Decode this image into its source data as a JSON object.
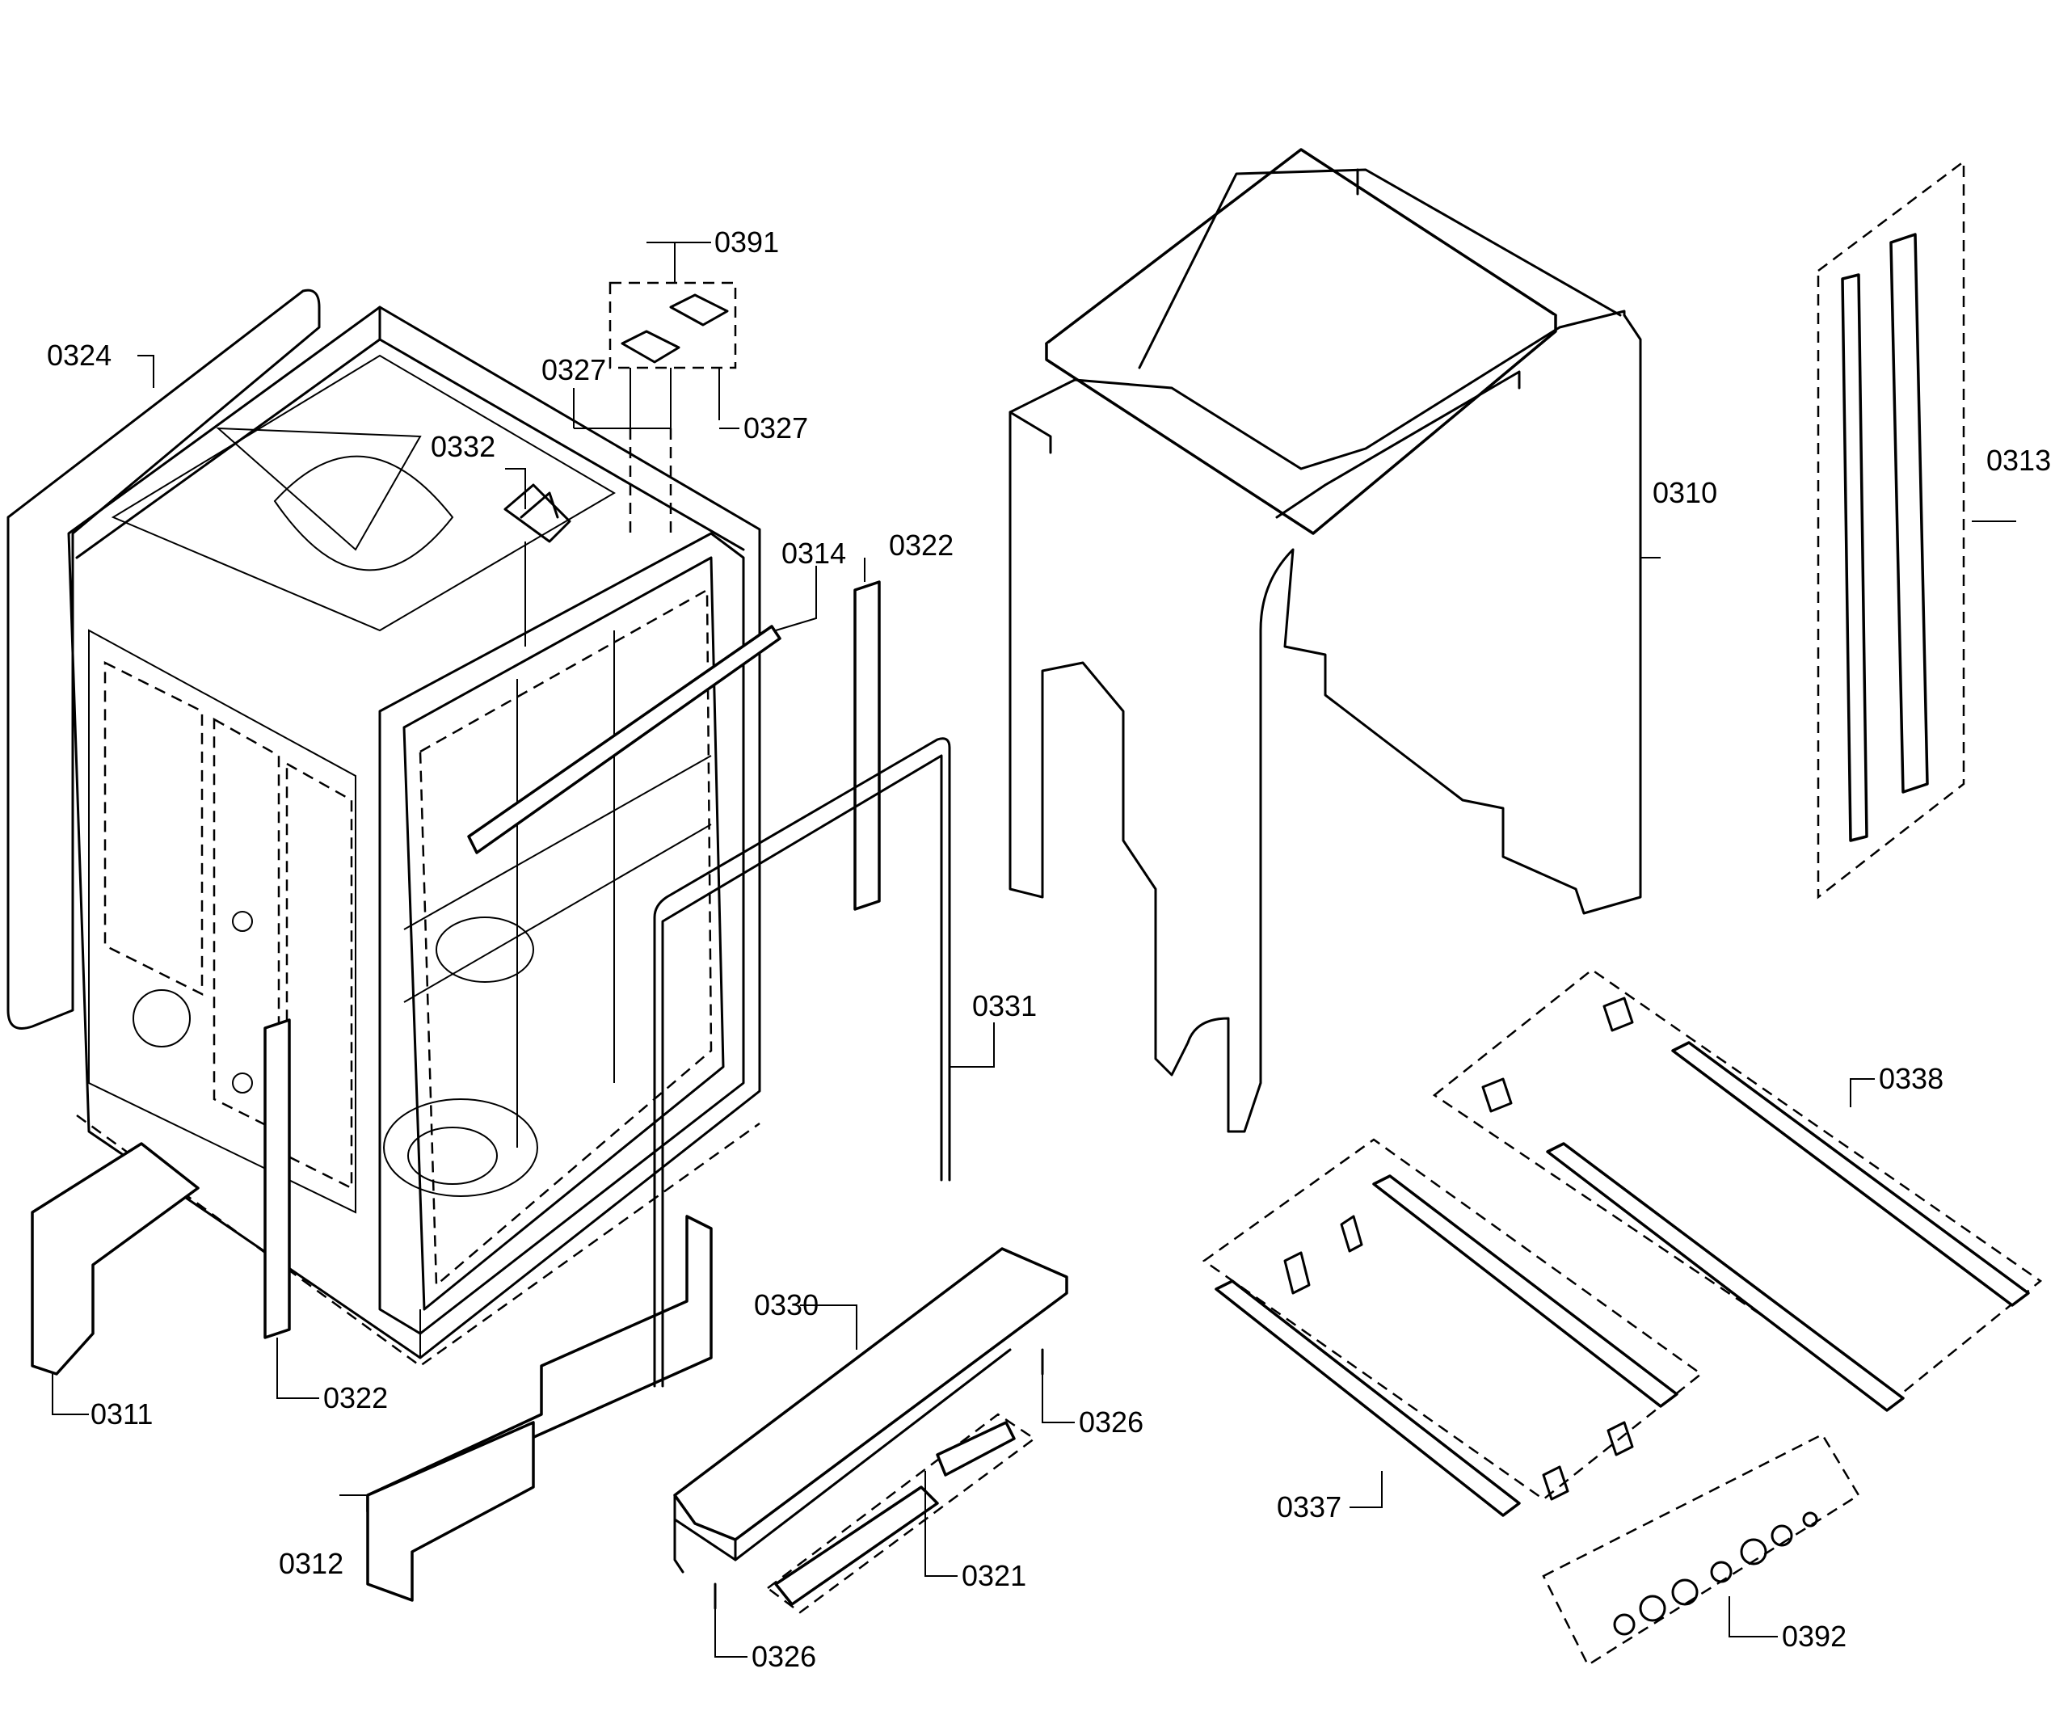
{
  "part_labels": {
    "p0324": "0324",
    "p0391": "0391",
    "p0327a": "0327",
    "p0327b": "0327",
    "p0332": "0332",
    "p0314": "0314",
    "p0322a": "0322",
    "p0310": "0310",
    "p0313": "0313",
    "p0331": "0331",
    "p0338": "0338",
    "p0330": "0330",
    "p0326a": "0326",
    "p0311": "0311",
    "p0322b": "0322",
    "p0312": "0312",
    "p0321": "0321",
    "p0326b": "0326",
    "p0337": "0337",
    "p0392": "0392"
  }
}
